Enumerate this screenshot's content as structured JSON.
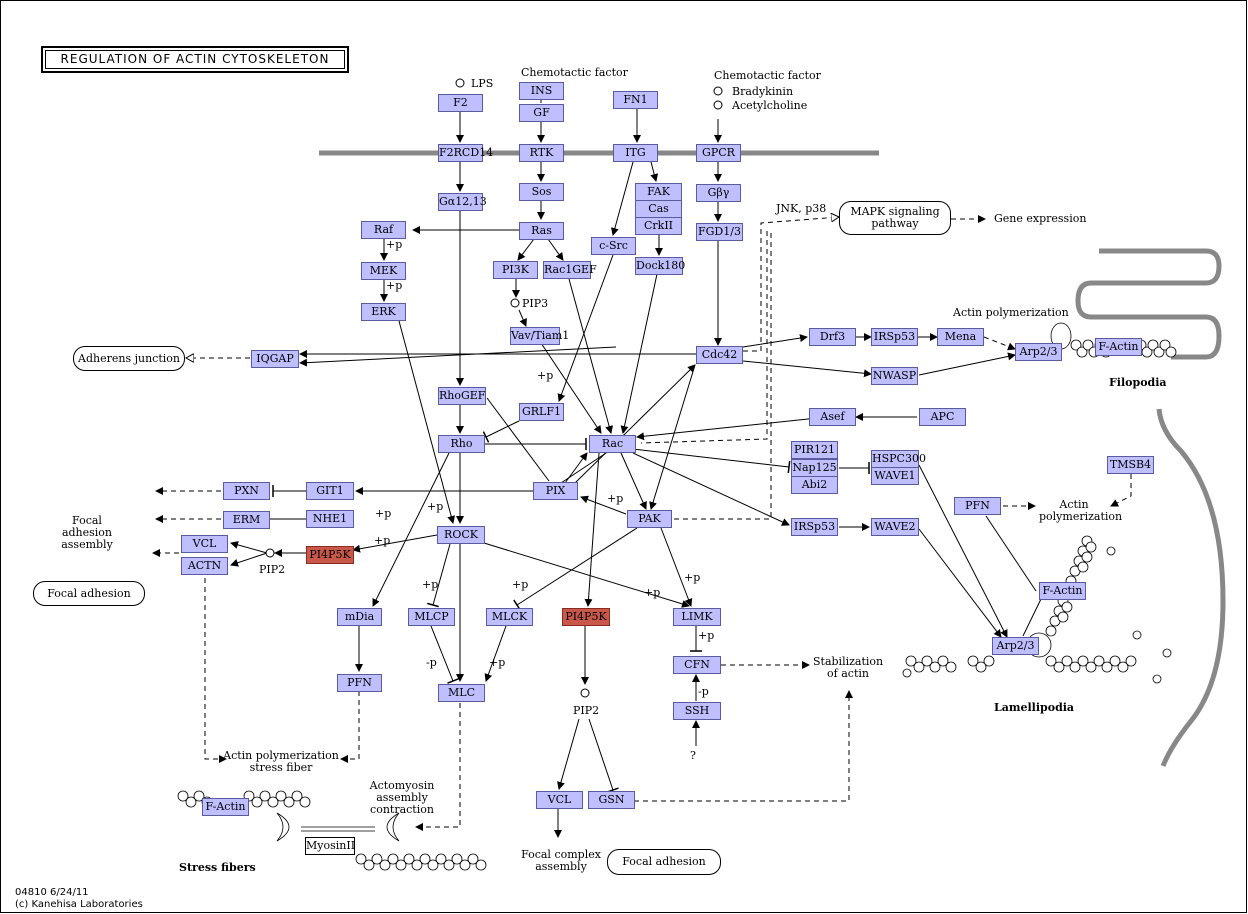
{
  "title": "REGULATION OF ACTIN CYTOSKELETON",
  "footer": {
    "map_id": "04810 6/24/11",
    "copyright": "(c) Kanehisa Laboratories"
  },
  "nodes": {
    "F2": "F2",
    "INS": "INS",
    "GF": "GF",
    "FN1": "FN1",
    "F2RCD14": "F2RCD14",
    "RTK": "RTK",
    "ITG": "ITG",
    "GPCR": "GPCR",
    "Ga1213": "Gα12,13",
    "Sos": "Sos",
    "FAK": "FAK",
    "Cas": "Cas",
    "CrkII": "CrkII",
    "Gby": "Gβγ",
    "Raf": "Raf",
    "Ras": "Ras",
    "cSrc": "c-Src",
    "FGD13": "FGD1/3",
    "MEK": "MEK",
    "PI3K": "PI3K",
    "Rac1GEF": "Rac1GEF",
    "Dock180": "Dock180",
    "ERK": "ERK",
    "VavTiam1": "Vav/Tiam1",
    "Drf3": "Drf3",
    "IRSp53a": "IRSp53",
    "Mena": "Mena",
    "IQGAP": "IQGAP",
    "Cdc42": "Cdc42",
    "Arp23a": "Arp2/3",
    "FActin_a": "F-Actin",
    "NWASP": "NWASP",
    "RhoGEF": "RhoGEF",
    "GRLF1": "GRLF1",
    "Asef": "Asef",
    "APC": "APC",
    "Rho": "Rho",
    "Rac": "Rac",
    "PIR121": "PIR121",
    "Nap125": "Nap125",
    "Abi2": "Abi2",
    "HSPC300": "HSPC300",
    "WAVE1": "WAVE1",
    "TMSB4": "TMSB4",
    "PXN": "PXN",
    "GIT1": "GIT1",
    "PIX": "PIX",
    "PFN_a": "PFN",
    "ERM": "ERM",
    "NHE1": "NHE1",
    "PAK": "PAK",
    "IRSp53b": "IRSp53",
    "WAVE2": "WAVE2",
    "VCL_a": "VCL",
    "ROCK": "ROCK",
    "PI4P5K_a": "PI4P5K",
    "ACTN": "ACTN",
    "FActin_b": "F-Actin",
    "mDia": "mDia",
    "MLCP": "MLCP",
    "MLCK": "MLCK",
    "PI4P5K_b": "PI4P5K",
    "LIMK": "LIMK",
    "Arp23b": "Arp2/3",
    "CFN": "CFN",
    "PFN_b": "PFN",
    "MLC": "MLC",
    "SSH": "SSH",
    "VCL_b": "VCL",
    "GSN": "GSN",
    "FActin_c": "F-Actin"
  },
  "labels": {
    "lps": "LPS",
    "chemotactic_1": "Chemotactic factor",
    "chemotactic_2": "Chemotactic factor",
    "bradykinin": "Bradykinin",
    "acetylcholine": "Acetylcholine",
    "jnk": "JNK, p38",
    "gene_expression": "Gene expression",
    "actin_poly_top": "Actin polymerization",
    "pip3": "PIP3",
    "filopodia": "Filopodia",
    "focal_adhesion_assembly": "Focal adhesion\nassembly",
    "pip2_a": "PIP2",
    "actin_poly_mid": "Actin\npolymerization",
    "stabilization": "Stabilization\nof actin",
    "lamellipodia": "Lamellipodia",
    "pip2_b": "PIP2",
    "question": "?",
    "actin_poly_stress": "Actin polymerization\nstress fiber",
    "actomyosin": "Actomyosin\nassembly contraction",
    "stress_fibers": "Stress fibers",
    "focal_complex": "Focal complex\nassembly",
    "myosin": "MyosinII",
    "p1": "+p",
    "p2": "+p",
    "p3": "+p",
    "p4": "+p",
    "p5": "+p",
    "p6": "+p",
    "p7": "+p",
    "p8": "+p",
    "p9": "+p",
    "p10": "+p",
    "p11": "+p",
    "p12": "+p",
    "p13": "+p",
    "m1": "-p",
    "m2": "-p"
  },
  "pills": {
    "mapk": "MAPK signaling\npathway",
    "adherens": "Adherens junction",
    "focal_adhesion_left": "Focal adhesion",
    "focal_adhesion_bottom": "Focal adhesion"
  }
}
